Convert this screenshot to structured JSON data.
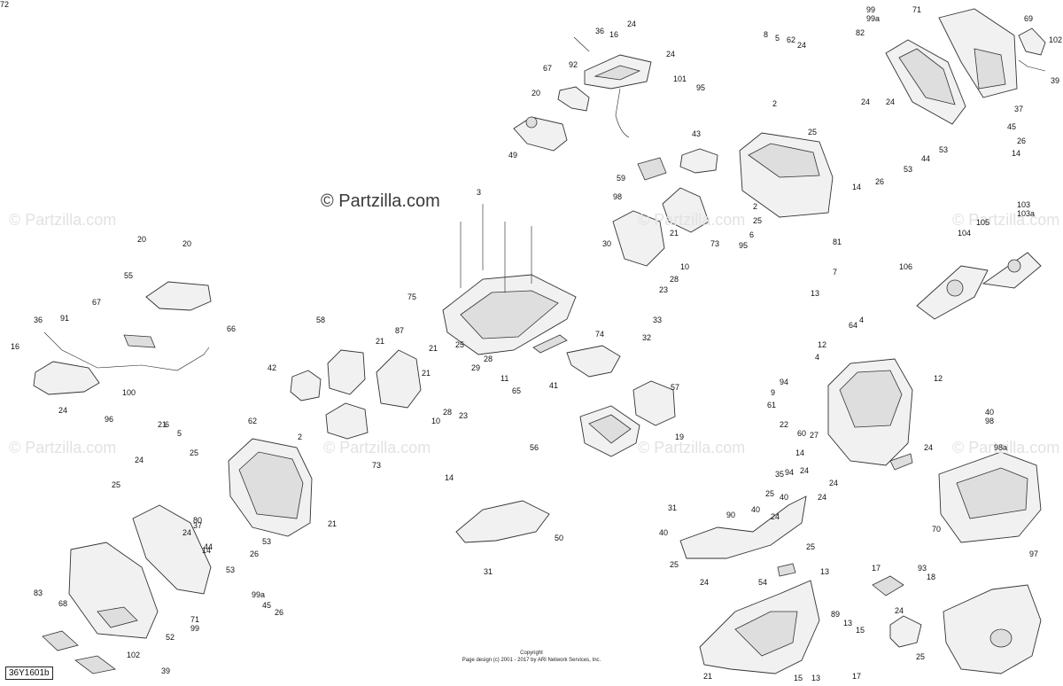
{
  "watermark_main": "© Partzilla.com",
  "watermark_repeat": "© Partzilla.com",
  "diagram_id": "36Y1601b",
  "copyright_line1": "Copyright",
  "copyright_line2": "Page design (c) 2001 - 2017 by ARI Network Services, Inc.",
  "callouts": [
    "36",
    "16",
    "24",
    "24",
    "92",
    "101",
    "95",
    "67",
    "20",
    "49",
    "8",
    "5",
    "62",
    "24",
    "2",
    "25",
    "14",
    "26",
    "81",
    "2",
    "25",
    "6",
    "95",
    "43",
    "59",
    "98",
    "21",
    "73",
    "30",
    "10",
    "28",
    "23",
    "3",
    "75",
    "33",
    "32",
    "25",
    "74",
    "28",
    "29",
    "11",
    "65",
    "41",
    "99",
    "99a",
    "71",
    "82",
    "24",
    "24",
    "53",
    "44",
    "53",
    "37",
    "69",
    "102",
    "39",
    "45",
    "26",
    "14",
    "103",
    "103a",
    "104",
    "105",
    "106",
    "20",
    "20",
    "55",
    "66",
    "36",
    "91",
    "67",
    "16",
    "100",
    "24",
    "96",
    "58",
    "42",
    "87",
    "21",
    "21",
    "21",
    "73",
    "10",
    "28",
    "23",
    "57",
    "56",
    "19",
    "7",
    "13",
    "64",
    "4",
    "12",
    "4",
    "12",
    "94",
    "9",
    "61",
    "22",
    "60",
    "27",
    "14",
    "94",
    "24",
    "35",
    "24",
    "40",
    "24",
    "25",
    "24",
    "40",
    "98",
    "98a",
    "70",
    "21",
    "6",
    "5",
    "24",
    "62",
    "2",
    "25",
    "80",
    "37",
    "24",
    "44",
    "53",
    "26",
    "14",
    "53",
    "21",
    "25",
    "83",
    "68",
    "102",
    "39",
    "52",
    "71",
    "99",
    "99a",
    "45",
    "26",
    "14",
    "50",
    "31",
    "31",
    "90",
    "40",
    "24",
    "40",
    "25",
    "24",
    "25",
    "54",
    "13",
    "21",
    "89",
    "13",
    "15",
    "13",
    "15",
    "17",
    "17",
    "93",
    "24",
    "18",
    "25",
    "97",
    "72"
  ]
}
